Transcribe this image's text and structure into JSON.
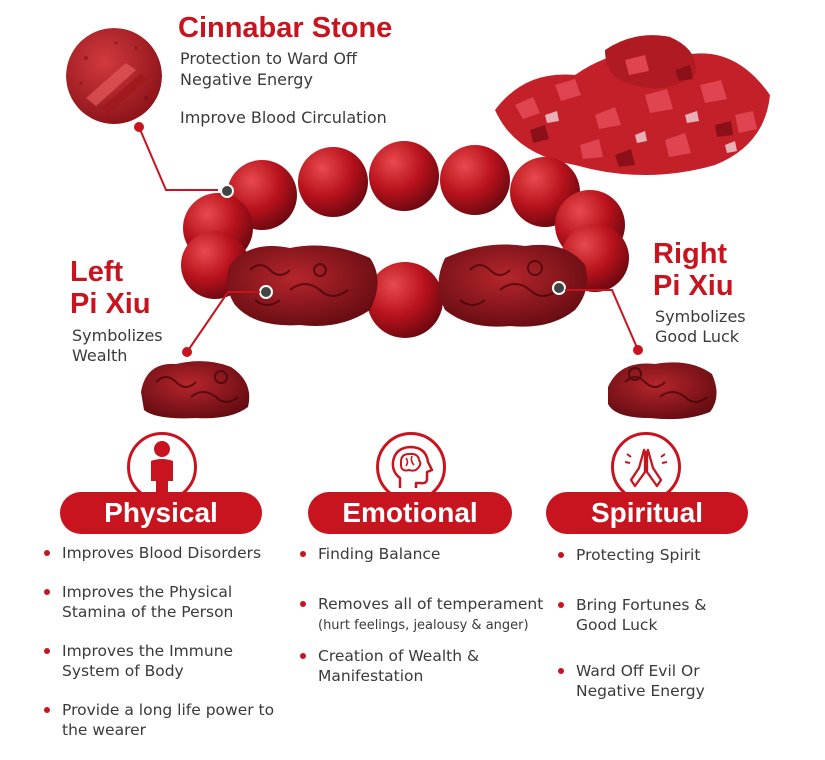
{
  "cinnabar": {
    "title": "Cinnabar Stone",
    "line1": "Protection to Ward Off",
    "line2": "Negative Energy",
    "line3": "Improve Blood Circulation"
  },
  "left_pixiu": {
    "title1": "Left",
    "title2": "Pi Xiu",
    "desc1": "Symbolizes",
    "desc2": "Wealth"
  },
  "right_pixiu": {
    "title1": "Right",
    "title2": "Pi Xiu",
    "desc1": "Symbolizes",
    "desc2": "Good Luck"
  },
  "sections": {
    "physical": {
      "label": "Physical",
      "icon": "person-icon",
      "items": [
        {
          "l1": "Improves Blood Disorders",
          "l2": ""
        },
        {
          "l1": "Improves the Physical",
          "l2": "Stamina of the Person"
        },
        {
          "l1": "Improves the Immune",
          "l2": "System of Body"
        },
        {
          "l1": "Provide a long life power to",
          "l2": "the wearer"
        }
      ]
    },
    "emotional": {
      "label": "Emotional",
      "icon": "brain-head-icon",
      "items": [
        {
          "l1": "Finding Balance",
          "l2": ""
        },
        {
          "l1": "Removes all of temperament",
          "l2": "(hurt feelings, jealousy & anger)"
        },
        {
          "l1": "Creation of Wealth &",
          "l2": "Manifestation"
        }
      ]
    },
    "spiritual": {
      "label": "Spiritual",
      "icon": "praying-hands-icon",
      "items": [
        {
          "l1": "Protecting Spirit",
          "l2": ""
        },
        {
          "l1": "Bring Fortunes &",
          "l2": "Good Luck"
        },
        {
          "l1": "Ward Off Evil Or",
          "l2": "Negative Energy"
        }
      ]
    }
  },
  "colors": {
    "accent": "#c8141f",
    "bead": "#b8121c"
  }
}
